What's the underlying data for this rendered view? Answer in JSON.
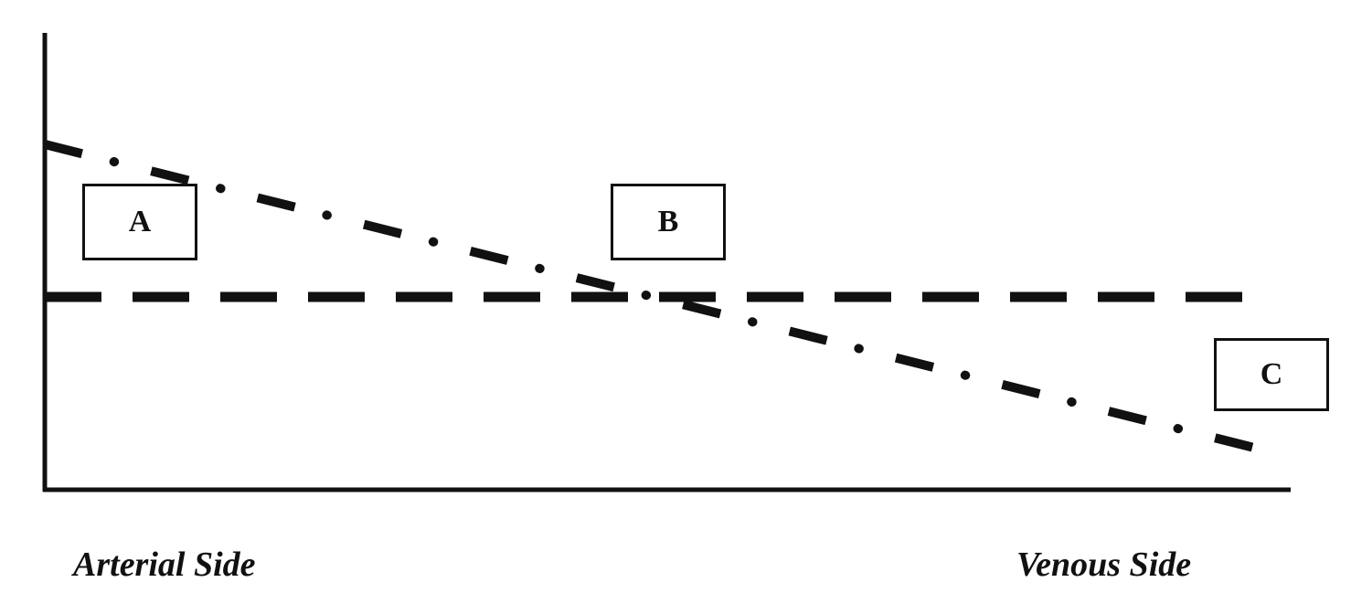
{
  "diagram": {
    "boxes": {
      "a": "A",
      "b": "B",
      "c": "C"
    },
    "labels": {
      "arterial": "Arterial Side",
      "venous": "Venous Side"
    },
    "colors": {
      "ink": "#111111",
      "background": "#ffffff"
    }
  }
}
